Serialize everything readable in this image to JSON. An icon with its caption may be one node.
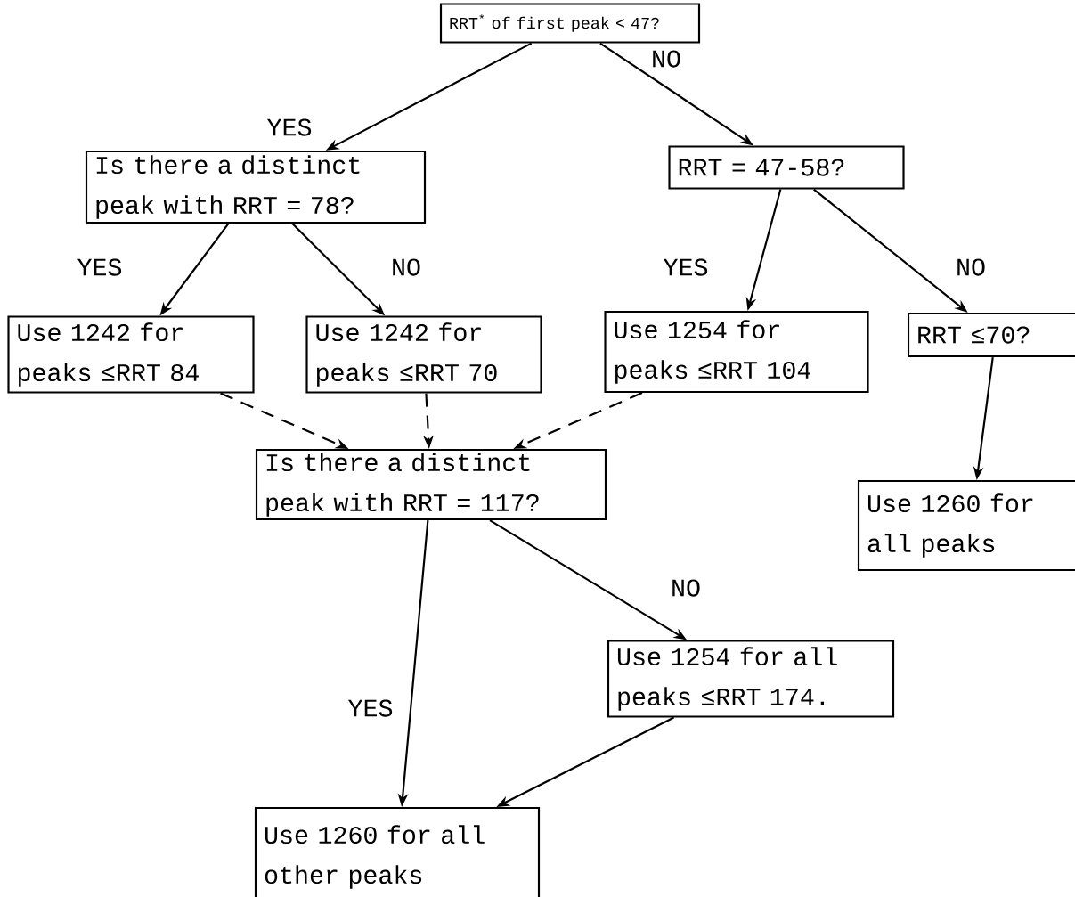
{
  "diagram": {
    "nodes": [
      {
        "text": [
          "RRT$^{*}$ of first peak < 47?"
        ]
      },
      {
        "text": [
          "Is there a distinct peak with RRT = 78?"
        ]
      },
      {
        "text": [
          "RRT = 47-58?"
        ]
      },
      {
        "text": [
          "Use 1242 for peaks ≤RRT 84"
        ]
      },
      {
        "text": [
          "Use 1242 for peaks ≤RRT 70"
        ]
      },
      {
        "text": [
          "Use 1254 for peaks ≤RRT 104"
        ]
      },
      {
        "text": [
          "RRT ≤70?"
        ]
      },
      {
        "text": [
          "Is there a distinct peak with RRT = 117?"
        ]
      },
      {
        "text": [
          "Use 1260 for all peaks"
        ]
      },
      {
        "text": [
          "Use 1254 for all peaks ≤RRT 174."
        ]
      },
      {
        "text": [
          "Use 1260 for all other peaks"
        ]
      }
    ],
    "edges": [
      {
        "from": 0,
        "to": 1,
        "arrow": "to",
        "label": "YES"
      },
      {
        "from": 0,
        "to": 2,
        "arrow": "to",
        "label": "NO"
      },
      {
        "from": 1,
        "to": 3,
        "arrow": "to",
        "label": "YES"
      },
      {
        "from": 1,
        "to": 4,
        "arrow": "to",
        "label": "NO"
      },
      {
        "from": 2,
        "to": 5,
        "arrow": "to",
        "label": "YES"
      },
      {
        "from": 2,
        "to": 6,
        "arrow": "to",
        "label": "NO"
      },
      {
        "from": 3,
        "to": 7,
        "arrow": "to",
        "style": "dashed"
      },
      {
        "from": 4,
        "to": 7,
        "arrow": "to",
        "style": "dashed"
      },
      {
        "from": 5,
        "to": 7,
        "arrow": "to",
        "style": "dashed"
      },
      {
        "from": 6,
        "to": 8,
        "arrow": "to"
      },
      {
        "from": 7,
        "to": 9,
        "arrow": "to",
        "label": "NO"
      },
      {
        "from": 7,
        "to": 10,
        "arrow": "to",
        "label": "YES"
      },
      {
        "from": 9,
        "to": 10,
        "arrow": "to"
      }
    ]
  }
}
